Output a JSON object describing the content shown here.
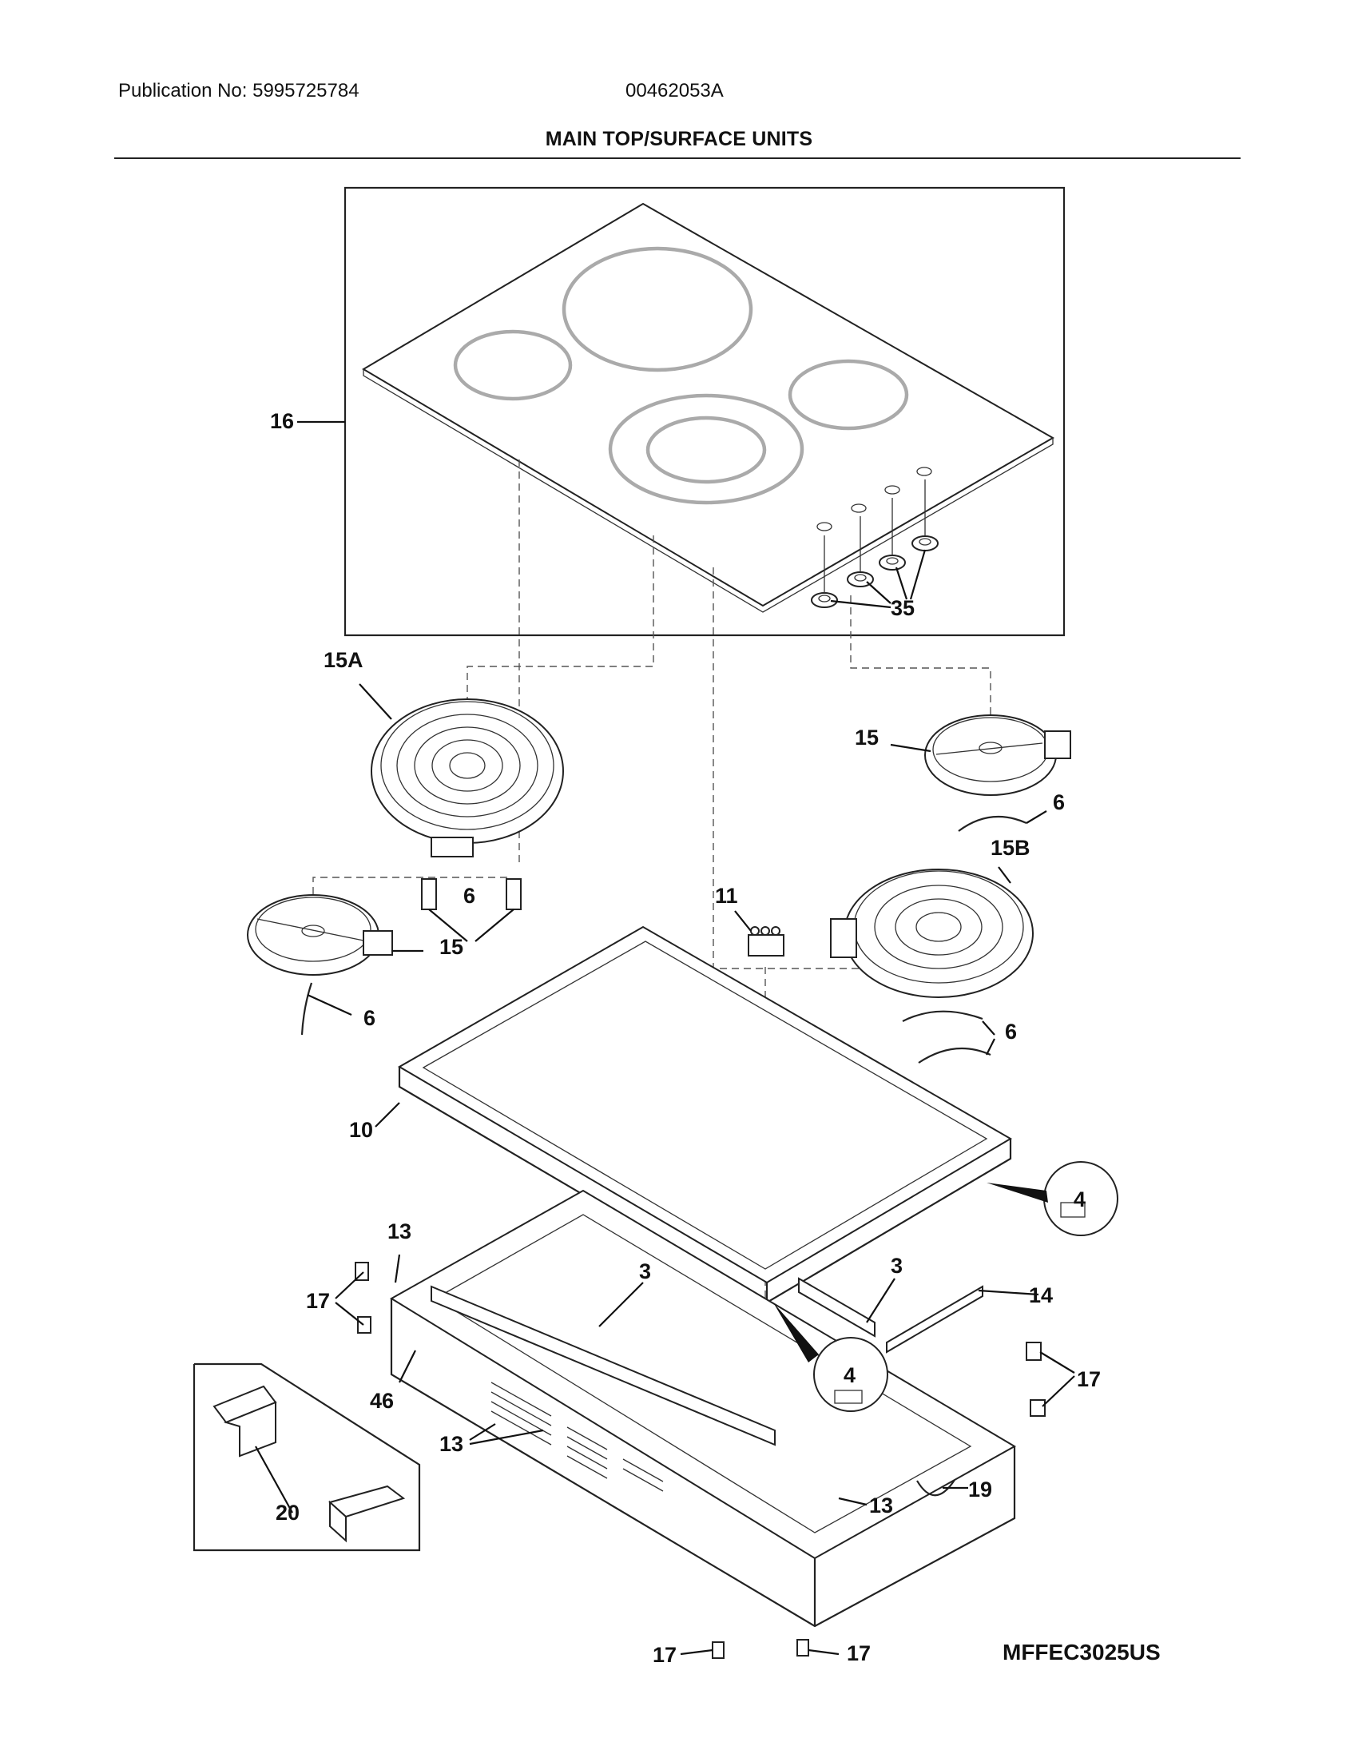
{
  "header": {
    "publication": "Publication No: 5995725784",
    "doc_number": "00462053A",
    "title": "MAIN TOP/SURFACE UNITS"
  },
  "model": "MFFEC3025US",
  "callouts": {
    "c16": "16",
    "c35": "35",
    "c15a": "15A",
    "c15_right": "15",
    "c6_right": "6",
    "c15b": "15B",
    "c6_left_top": "6",
    "c11": "11",
    "c15_left": "15",
    "c6_left": "6",
    "c6_15b": "6",
    "c10": "10",
    "c4_upper": "4",
    "c13_top": "13",
    "c3_left": "3",
    "c3_right": "3",
    "c14": "14",
    "c17_left": "17",
    "c4_lower": "4",
    "c17_right": "17",
    "c46": "46",
    "c13_mid": "13",
    "c20": "20",
    "c13_bottom": "13",
    "c19": "19",
    "c17_bottom_left": "17",
    "c17_bottom_right": "17"
  }
}
